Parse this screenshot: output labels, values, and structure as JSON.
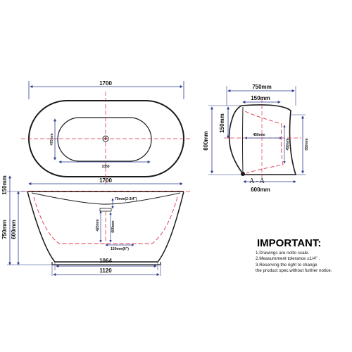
{
  "top_view": {
    "length_label": "1700",
    "inner_length_label": "1050",
    "inner_width_label": "470mm"
  },
  "side_view": {
    "length_label": "1700",
    "bottom_length_label": "1064",
    "base_length_label": "1120",
    "rim_height_label": "150mm",
    "height_label": "750mm",
    "depth_label": "600mm",
    "overflow_label": "70mm(2-3/4\")",
    "drain_height_label": "420mm",
    "inner_depth_label": "600mm",
    "drain_offset_label": "150mm(6\")"
  },
  "section_view": {
    "width_label": "750mm",
    "rim_label": "150mm",
    "inner_width_label": "450mm",
    "base_label": "600mm",
    "height_label": "800mm",
    "left_rim_label": "150mm",
    "inner_height_label": "450mm",
    "right_height_label": "550mm",
    "section_label": "A - A"
  },
  "notes": {
    "title": "IMPORTANT:",
    "lines": [
      "1.Drawings are notto scale.",
      "2.Measurement tolerance ±1/4\" .",
      "3.Reserving the right to change",
      "  the product spec.without further notice."
    ]
  },
  "colors": {
    "outline": "#1a1a1a",
    "dimension": "#2b3a8c",
    "centerline": "#d9364a"
  }
}
